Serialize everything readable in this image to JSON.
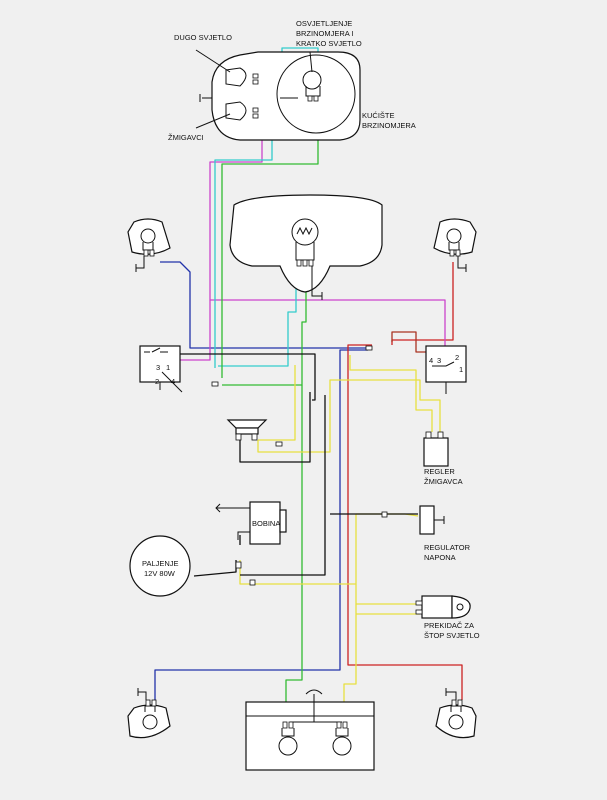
{
  "labels": {
    "dugo_svjetlo": "DUGO SVJETLO",
    "osvjetljenje_1": "OSVJETLJENJE",
    "osvjetljenje_2": "BRZINOMJERA I",
    "osvjetljenje_3": "KRATKO SVJETLO",
    "kuciste_1": "KUĆIŠTE",
    "kuciste_2": "BRZINOMJERA",
    "zmigavci": "ŽMIGAVCI",
    "regler_1": "REGLER",
    "regler_2": "ŽMIGAVCA",
    "bobina": "BOBINA",
    "paljenje_1": "PALJENJE",
    "paljenje_2": "12V 80W",
    "regulator_1": "REGULATOR",
    "regulator_2": "NAPONA",
    "prekidac_1": "PREKIDAČ ZA",
    "prekidac_2": "ŠTOP SVJETLO",
    "left_switch_numbers": [
      "3",
      "1",
      "2",
      "4"
    ],
    "right_switch_numbers": [
      "4",
      "3",
      "2",
      "1"
    ]
  },
  "wire_colors": {
    "blue": "#2233aa",
    "green": "#33bb33",
    "yellow": "#e8e040",
    "red": "#cc2222",
    "purple": "#cc44cc",
    "cyan": "#33cccc",
    "darkred": "#aa3322",
    "black": "#111111"
  }
}
